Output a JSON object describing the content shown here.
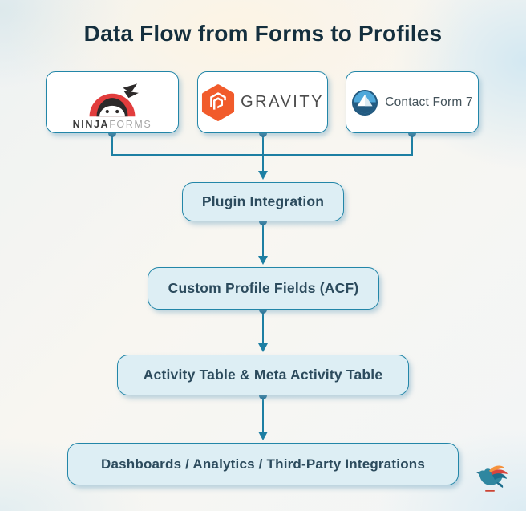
{
  "title": "Data Flow from Forms to Profiles",
  "sources": [
    {
      "name": "ninja-forms",
      "label_bold": "NINJA",
      "label_light": "FORMS"
    },
    {
      "name": "gravity-forms",
      "label": "GRAVITY"
    },
    {
      "name": "contact-form-7",
      "label": "Contact Form 7"
    }
  ],
  "flow": [
    {
      "label": "Plugin Integration"
    },
    {
      "label": "Custom Profile Fields (ACF)"
    },
    {
      "label": "Activity Table & Meta Activity Table"
    },
    {
      "label": "Dashboards / Analytics / Third-Party Integrations"
    }
  ],
  "edges": [
    {
      "from": "ninja-forms",
      "to": "Plugin Integration"
    },
    {
      "from": "gravity-forms",
      "to": "Plugin Integration"
    },
    {
      "from": "contact-form-7",
      "to": "Plugin Integration"
    },
    {
      "from": "Plugin Integration",
      "to": "Custom Profile Fields (ACF)"
    },
    {
      "from": "Custom Profile Fields (ACF)",
      "to": "Activity Table & Meta Activity Table"
    },
    {
      "from": "Activity Table & Meta Activity Table",
      "to": "Dashboards / Analytics / Third-Party Integrations"
    }
  ],
  "colors": {
    "connector": "#1d7fa3",
    "connector_dot": "#15658a",
    "flow_box_fill": "#ddeef4",
    "box_border": "#2286a8",
    "title_text": "#142f3e",
    "flow_box_text": "#2c4b5d",
    "card_background": "#ffffff",
    "ninja_red": "#e23d3d",
    "gravity_orange": "#f15b2b",
    "cf7_light_blue": "#4fa8da",
    "cf7_dark_blue": "#235a80",
    "bird_teal": "#2f87a0",
    "bird_orange": "#f5923d",
    "bird_red": "#d8453e"
  }
}
